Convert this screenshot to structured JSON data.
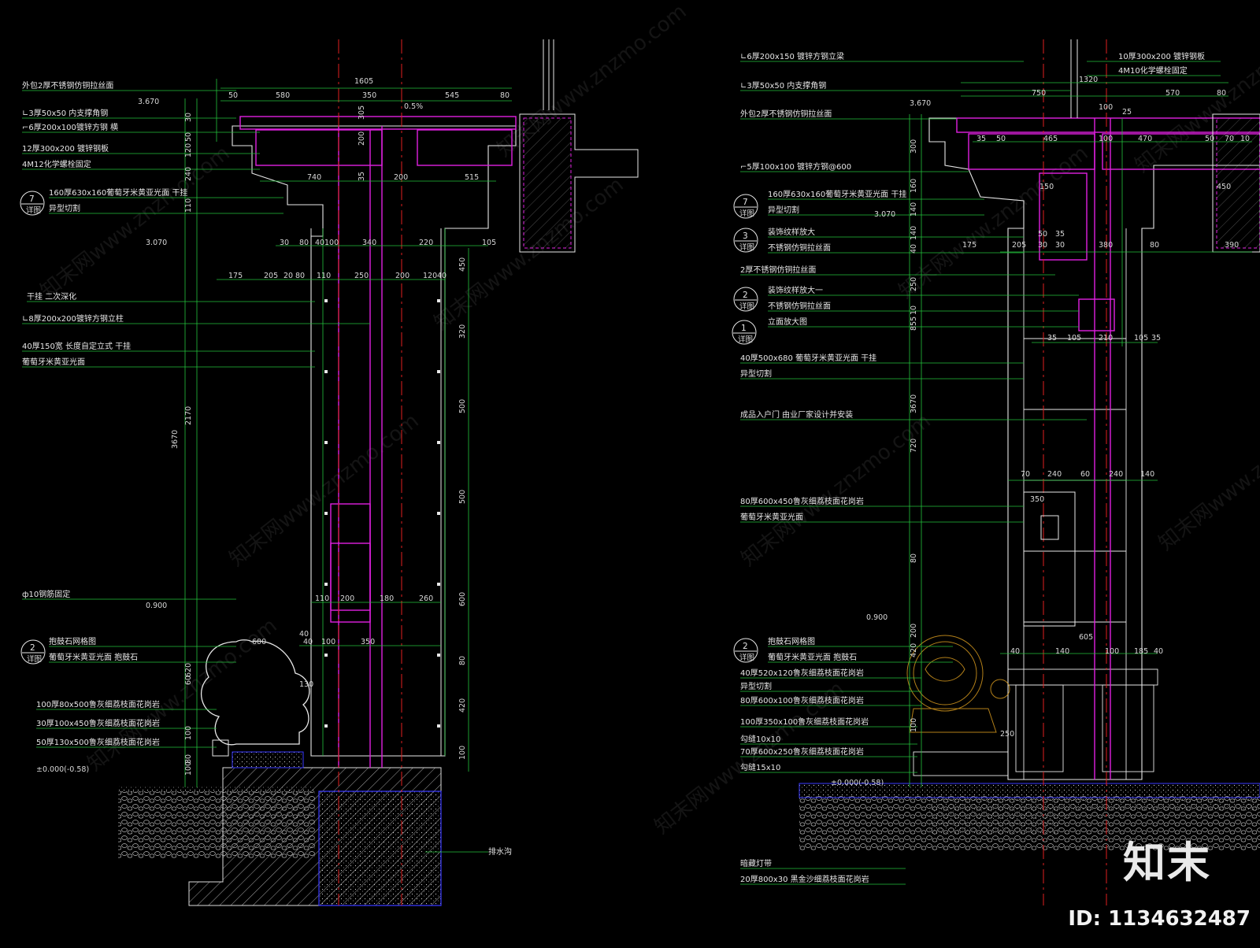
{
  "left": {
    "callouts": [
      "外包2厚不锈钢仿铜拉丝面",
      "∟3厚50x50 内支撑角钢",
      "⌐6厚200x100镀锌方钢 横",
      "12厚300x200 镀锌钢板",
      "4M12化学螺栓固定",
      "160厚630x160葡萄牙米黄亚光面 干挂",
      "异型切割",
      "干挂 二次深化",
      "∟8厚200x200镀锌方钢立柱",
      "40厚150宽 长度自定立式 干挂",
      "葡萄牙米黄亚光面",
      "ф10钢筋固定",
      "抱鼓石网格图",
      "葡萄牙米黄亚光面 抱鼓石",
      "100厚80x500鲁灰细荔枝面花岗岩",
      "30厚100x450鲁灰细荔枝面花岗岩",
      "50厚130x500鲁灰细荔枝面花岗岩"
    ],
    "levels": [
      "3.670",
      "3.070",
      "0.900",
      "±0.000(-0.58)"
    ],
    "top_dims": [
      "1605",
      "50",
      "580",
      "350",
      "545",
      "80"
    ],
    "slope": "0.5%",
    "beam_dims": [
      "740",
      "200",
      "515",
      "35",
      "305",
      "200"
    ],
    "row2_dims": [
      "30",
      "80",
      "40",
      "100",
      "340",
      "220",
      "105"
    ],
    "row3_dims": [
      "175",
      "205",
      "20",
      "80",
      "110",
      "250",
      "200",
      "120",
      "40"
    ],
    "vert_dims": [
      "30",
      "50",
      "120",
      "240",
      "110",
      "2170",
      "3670",
      "620",
      "60",
      "100",
      "80",
      "100"
    ],
    "right_vert_dims": [
      "450",
      "320",
      "500",
      "500",
      "600",
      "80",
      "420",
      "100"
    ],
    "base_dims": [
      "110",
      "200",
      "180",
      "260",
      "600",
      "40",
      "100",
      "350",
      "40",
      "130"
    ],
    "tags": [
      {
        "num": "7",
        "sub": "详图"
      },
      {
        "num": "2",
        "sub": "详图"
      }
    ],
    "note_drain": "排水沟"
  },
  "right": {
    "callouts": [
      "∟6厚200x150 镀锌方钢立梁",
      "∟3厚50x50 内支撑角钢",
      "外包2厚不锈钢仿铜拉丝面",
      "⌐5厚100x100 镀锌方钢@600",
      "160厚630x160葡萄牙米黄亚光面 干挂",
      "异型切割",
      "装饰纹样放大",
      "不锈钢仿铜拉丝面",
      "2厚不锈钢仿铜拉丝面",
      "装饰纹样放大一",
      "不锈钢仿铜拉丝面",
      "立面放大图",
      "40厚500x680 葡萄牙米黄亚光面 干挂",
      "异型切割",
      "成品入户门 由业厂家设计并安装",
      "80厚600x450鲁灰细荔枝面花岗岩",
      "葡萄牙米黄亚光面",
      "抱鼓石网格图",
      "葡萄牙米黄亚光面 抱鼓石",
      "40厚520x120鲁灰细荔枝面花岗岩",
      "异型切割",
      "80厚600x100鲁灰细荔枝面花岗岩",
      "100厚350x100鲁灰细荔枝面花岗岩",
      "勾缝10x10",
      "70厚600x250鲁灰细荔枝面花岗岩",
      "勾缝15x10",
      "暗藏灯带",
      "20厚800x30 黑金沙细荔枝面花岗岩"
    ],
    "top_notes": [
      "10厚300x200 镀锌钢板",
      "4M10化学螺栓固定"
    ],
    "levels": [
      "3.670",
      "3.070",
      "0.900",
      "±0.000(-0.58)"
    ],
    "top_dims": [
      "1320",
      "750",
      "100",
      "25",
      "570",
      "80"
    ],
    "beam_dims": [
      "35",
      "50",
      "465",
      "100",
      "470",
      "50",
      "70",
      "10"
    ],
    "mid_dims": [
      "150",
      "450",
      "205",
      "50",
      "35",
      "175",
      "30",
      "30",
      "380",
      "80",
      "390"
    ],
    "lower_dims": [
      "35",
      "105",
      "210",
      "105",
      "35",
      "70",
      "240",
      "60",
      "240",
      "140"
    ],
    "base_dims": [
      "605",
      "40",
      "140",
      "100",
      "185",
      "40",
      "250"
    ],
    "vert_dims": [
      "300",
      "160",
      "140",
      "140",
      "40",
      "250",
      "10",
      "855",
      "3670",
      "720",
      "80",
      "200",
      "420",
      "100"
    ],
    "tags": [
      {
        "num": "7",
        "sub": "详图"
      },
      {
        "num": "3",
        "sub": "详图"
      },
      {
        "num": "2",
        "sub": "详图"
      },
      {
        "num": "1",
        "sub": "详图"
      },
      {
        "num": "2",
        "sub": "详图"
      }
    ],
    "door_label": "350"
  },
  "watermark": "知末网www.znzmo.com",
  "brand": "知末",
  "image_id": "ID: 1134632487",
  "colors": {
    "green": "#23c23c",
    "magenta": "#e020e0",
    "red": "#e02020",
    "blue": "#3a3aff",
    "white": "#e8e8e8",
    "orange": "#e0a020"
  }
}
